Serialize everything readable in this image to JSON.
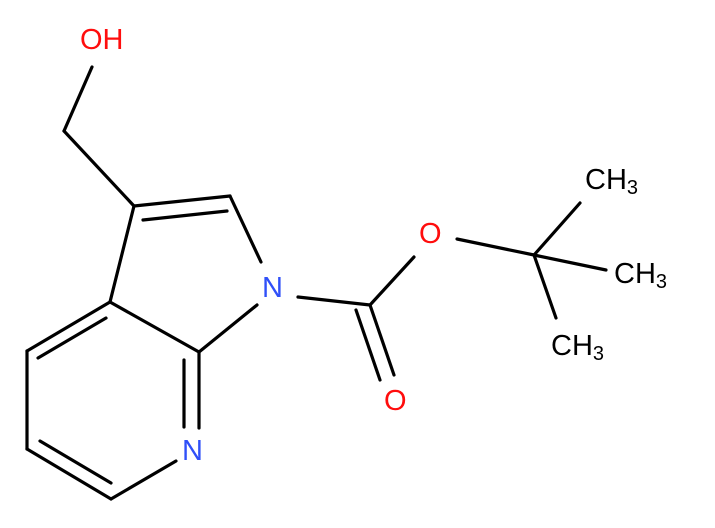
{
  "molecule": {
    "atoms": {
      "oh": {
        "text": "OH",
        "color": "#ff0d0d"
      },
      "n_pyrrole": {
        "text": "N",
        "color": "#3050f8"
      },
      "n_pyridine": {
        "text": "N",
        "color": "#3050f8"
      },
      "o_ether": {
        "text": "O",
        "color": "#ff0d0d"
      },
      "o_carbonyl": {
        "text": "O",
        "color": "#ff0d0d"
      },
      "ch3_top": {
        "main": "CH",
        "sub": "3",
        "color": "#000000"
      },
      "ch3_mid": {
        "main": "CH",
        "sub": "3",
        "color": "#000000"
      },
      "ch3_bot": {
        "main": "CH",
        "sub": "3",
        "color": "#000000"
      }
    },
    "bond_color": "#000000"
  }
}
